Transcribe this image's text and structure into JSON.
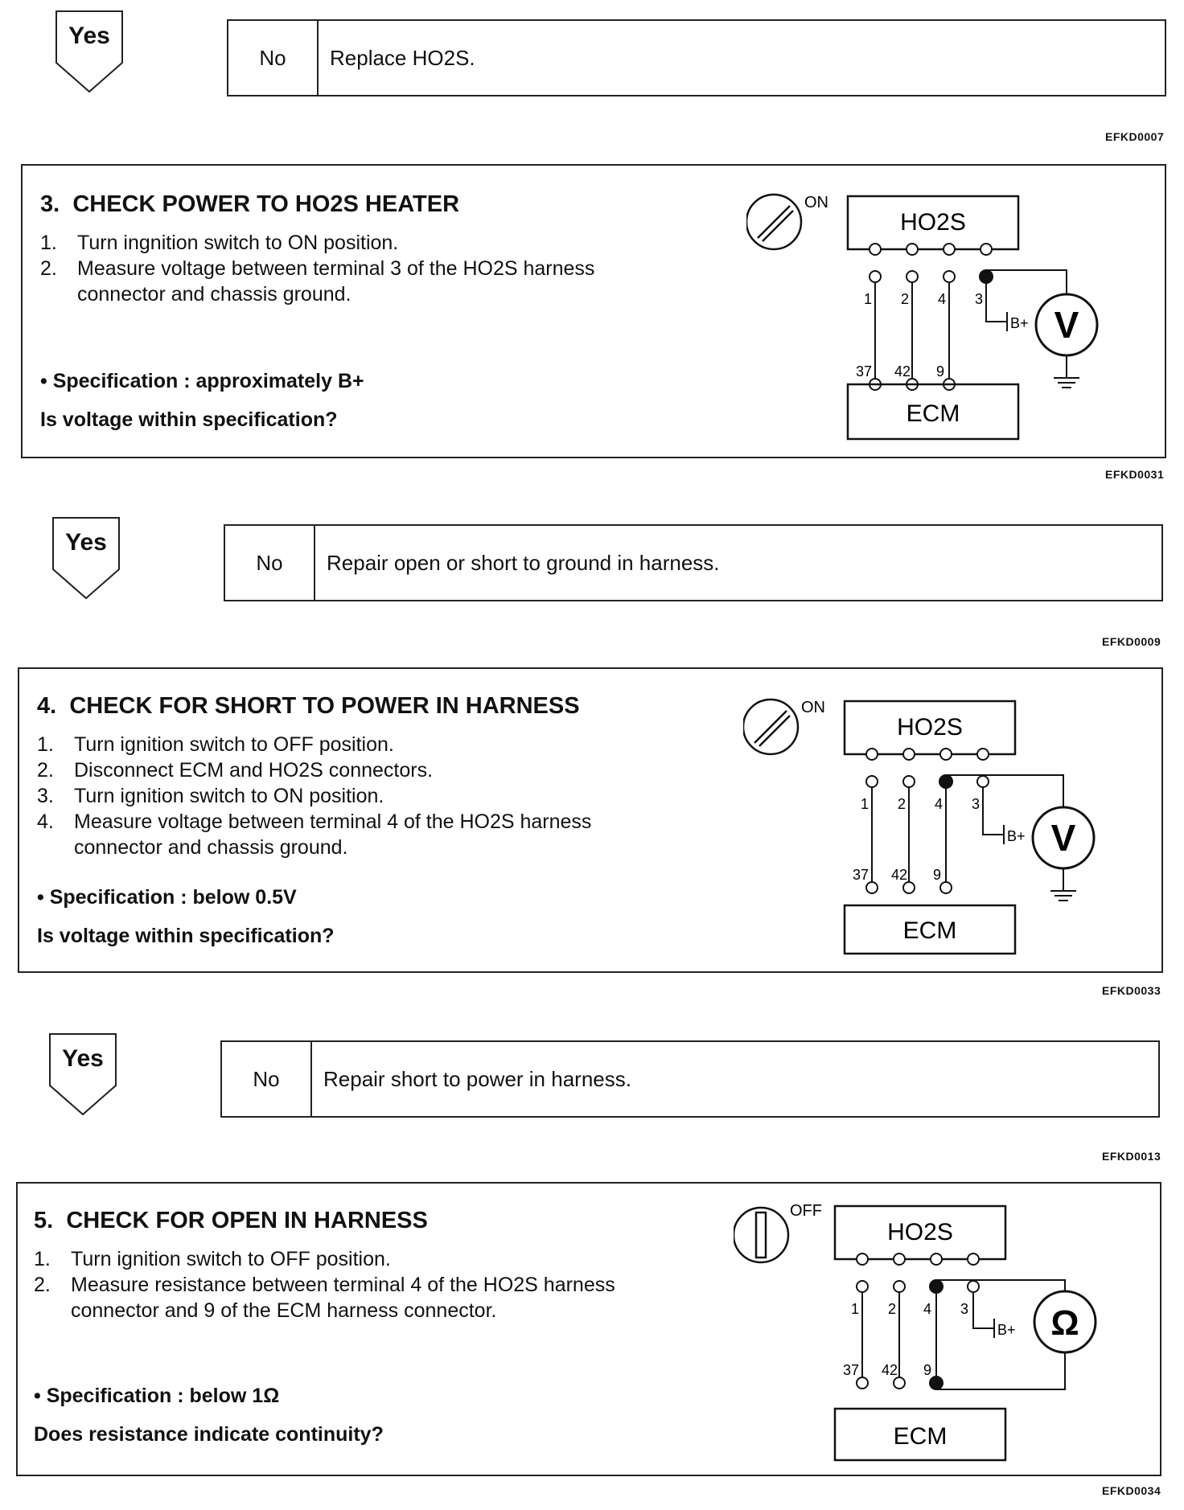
{
  "results": [
    {
      "yes_label": "Yes",
      "no_label": "No",
      "no_action": "Replace HO2S.",
      "figure_code": "EFKD0007"
    },
    {
      "yes_label": "Yes",
      "no_label": "No",
      "no_action": "Repair open or short to ground in harness.",
      "figure_code": "EFKD0009"
    },
    {
      "yes_label": "Yes",
      "no_label": "No",
      "no_action": "Repair short to power in harness.",
      "figure_code": "EFKD0013"
    }
  ],
  "steps": [
    {
      "number": "3.",
      "title": "CHECK POWER TO HO2S HEATER",
      "items": [
        {
          "n": "1.",
          "text": "Turn ingnition switch to ON position."
        },
        {
          "n": "2.",
          "text": "Measure voltage between terminal 3 of the HO2S harness connector and chassis ground."
        }
      ],
      "spec": "• Specification : approximately B+",
      "question": "Is voltage within specification?",
      "figure_code": "EFKD0031",
      "diagram": {
        "switch_label": "ON",
        "sensor_label": "HO2S",
        "ecm_label": "ECM",
        "meter_symbol": "V",
        "bplus_label": "B+",
        "pins_top": [
          "1",
          "2",
          "4",
          "3"
        ],
        "pins_bottom": [
          "37",
          "42",
          "9"
        ]
      }
    },
    {
      "number": "4.",
      "title": "CHECK FOR SHORT TO POWER IN HARNESS",
      "items": [
        {
          "n": "1.",
          "text": "Turn ignition switch to OFF position."
        },
        {
          "n": "2.",
          "text": "Disconnect ECM and HO2S connectors."
        },
        {
          "n": "3.",
          "text": "Turn ignition switch to ON position."
        },
        {
          "n": "4.",
          "text": "Measure voltage between terminal 4 of the HO2S harness connector and chassis ground."
        }
      ],
      "spec": "• Specification : below 0.5V",
      "question": "Is voltage within specification?",
      "figure_code": "EFKD0033",
      "diagram": {
        "switch_label": "ON",
        "sensor_label": "HO2S",
        "ecm_label": "ECM",
        "meter_symbol": "V",
        "bplus_label": "B+",
        "pins_top": [
          "1",
          "2",
          "4",
          "3"
        ],
        "pins_bottom": [
          "37",
          "42",
          "9"
        ]
      }
    },
    {
      "number": "5.",
      "title": "CHECK FOR OPEN IN HARNESS",
      "items": [
        {
          "n": "1.",
          "text": "Turn ignition switch to OFF position."
        },
        {
          "n": "2.",
          "text": "Measure resistance between terminal 4 of the HO2S harness connector and 9 of the ECM harness connector."
        }
      ],
      "spec": "• Specification : below 1Ω",
      "question": "Does resistance indicate continuity?",
      "figure_code": "EFKD0034",
      "diagram": {
        "switch_label": "OFF",
        "sensor_label": "HO2S",
        "ecm_label": "ECM",
        "meter_symbol": "Ω",
        "bplus_label": "B+",
        "pins_top": [
          "1",
          "2",
          "4",
          "3"
        ],
        "pins_bottom": [
          "37",
          "42",
          "9"
        ]
      }
    }
  ]
}
